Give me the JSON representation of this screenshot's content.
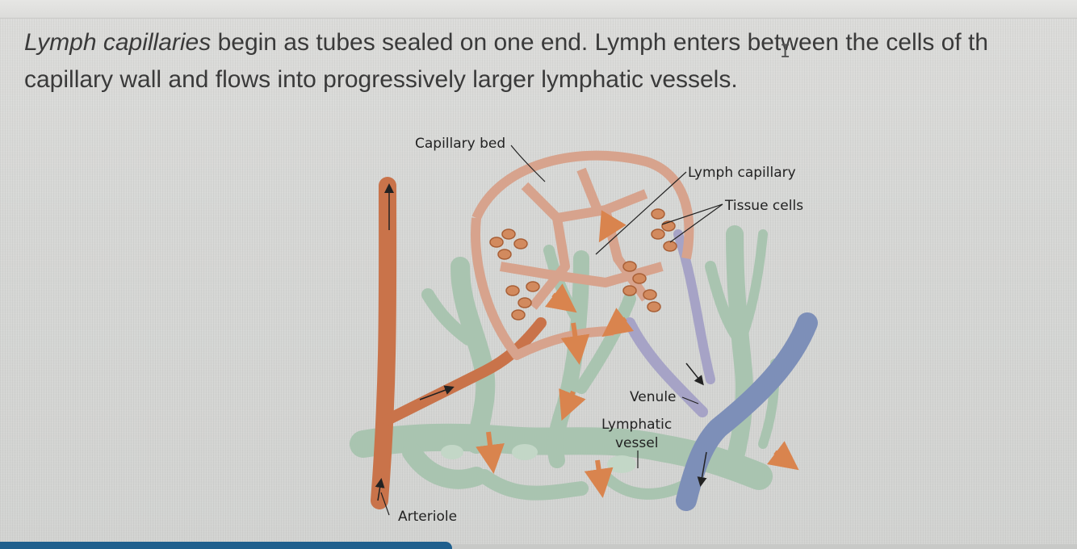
{
  "intro": {
    "term": "Lymph capillaries",
    "line1_rest": " begin as tubes sealed on one end. Lymph enters between the cells of th",
    "line2": "capillary wall and flows into progressively larger lymphatic vessels."
  },
  "figure": {
    "labels": {
      "capillary_bed": "Capillary bed",
      "lymph_capillary": "Lymph capillary",
      "tissue_cells": "Tissue cells",
      "venule": "Venule",
      "lymphatic_vessel_1": "Lymphatic",
      "lymphatic_vessel_2": "vessel",
      "arteriole": "Arteriole"
    }
  },
  "colors": {
    "text": "#3a3a3a",
    "arteriole": "#c9734a",
    "venule": "#7d8fb8",
    "lymph": "#a9c4b0",
    "tissue": "#d28a5e",
    "bottom_bar": "#1f5f8d"
  }
}
